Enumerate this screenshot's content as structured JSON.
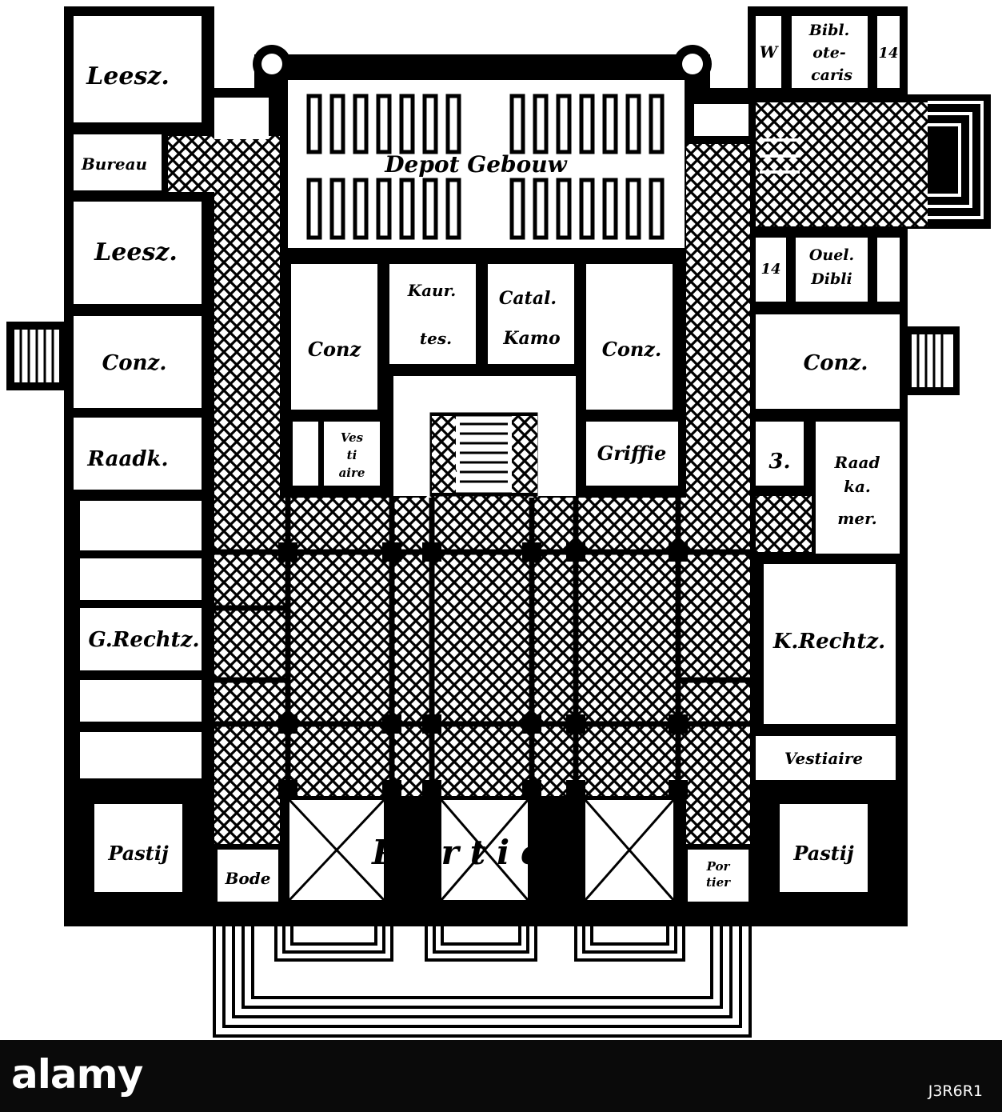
{
  "labels": {
    "leesz_top": "Leesz.",
    "bureau": "Bureau",
    "leesz_mid": "Leesz.",
    "conz_left": "Conz.",
    "raadk": "Raadk.",
    "g_rechtz": "G.Rechtz.",
    "pastij_left": "Pastij",
    "bode": "Bode",
    "depot": "Depot Gebouw",
    "kaur_top": "Kaur.",
    "kaur_bot": "tes.",
    "catal_top": "Catal.",
    "catal_bot": "Kamo",
    "conz_c1": "Conz",
    "conz_c2": "Conz.",
    "vesti_1": "Ves",
    "vesti_2": "ti",
    "vesti_3": "aire",
    "griffie": "Griffie",
    "portiek": "Portiek",
    "portier_1": "Por",
    "portier_2": "tier",
    "bibl_1": "Bibl.",
    "bibl_2": "ote-",
    "bibl_3": "caris",
    "w": "W",
    "n14": "14",
    "ouel_1": "Ouel.",
    "ouel_2": "Dibli",
    "n14b": "14",
    "conz_right": "Conz.",
    "n3": "3.",
    "raadk_r1": "Raad",
    "raadk_r2": "ka.",
    "raadk_r3": "mer.",
    "k_rechtz": "K.Rechtz.",
    "vestiaire": "Vestiaire",
    "pastij_right": "Pastij"
  },
  "footer": {
    "logo": "alamy",
    "image_id": "J3R6R1"
  }
}
